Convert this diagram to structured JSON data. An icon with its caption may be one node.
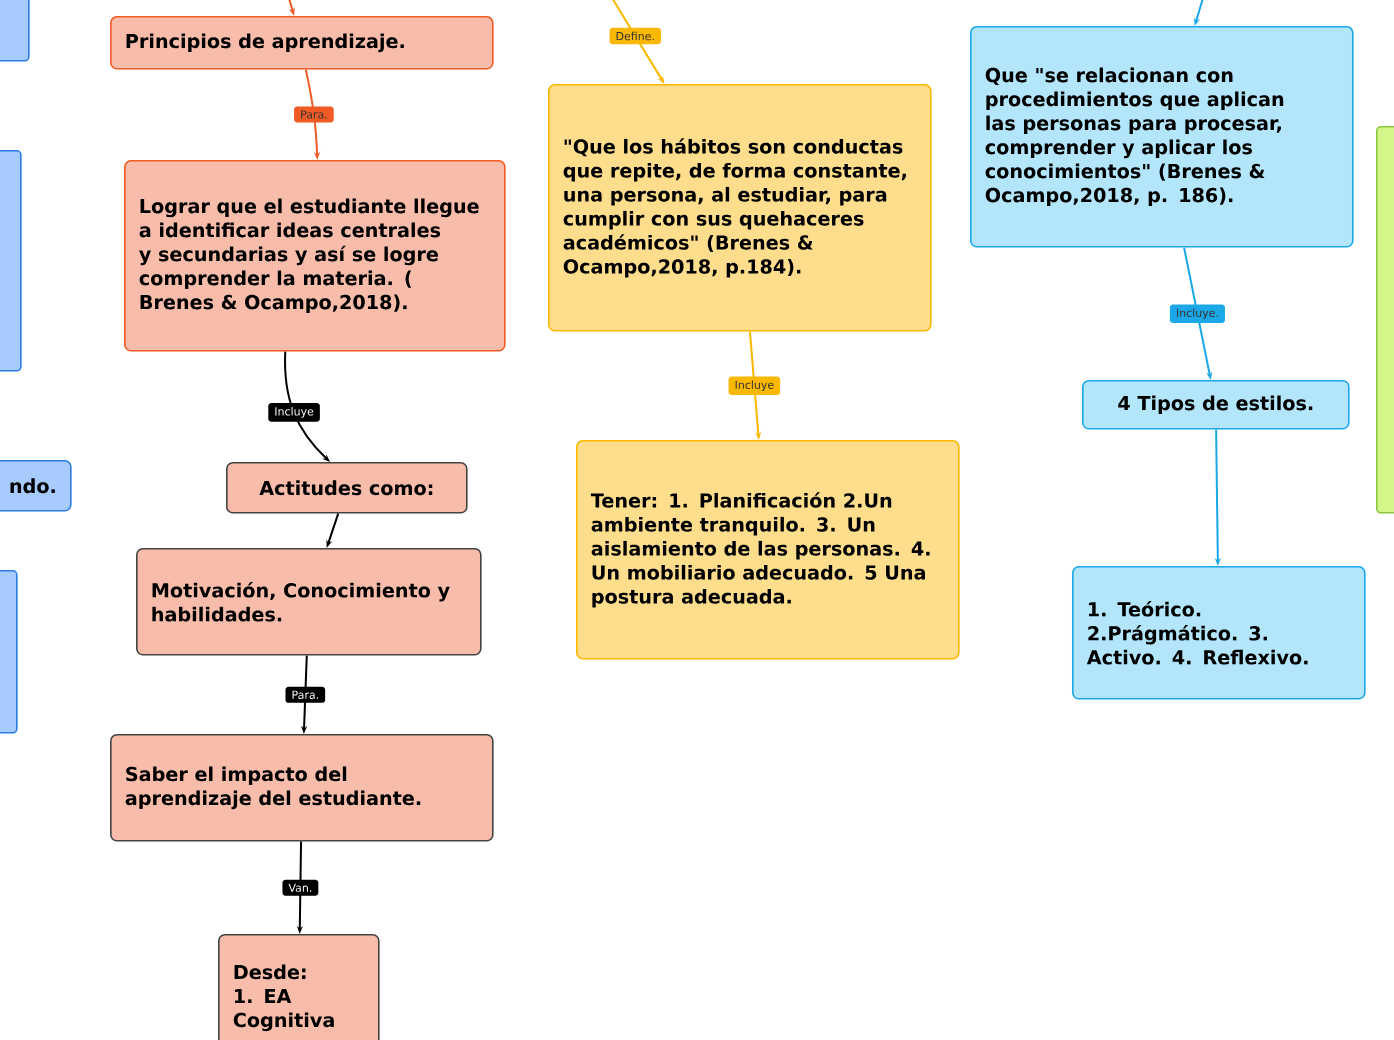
{
  "diagram": {
    "nodes": [
      {
        "text": [],
        "shape": "box"
      },
      {
        "text": [
          "Principios de aprendizaje."
        ]
      },
      {
        "text": [],
        "shape": "box"
      },
      {
        "text": [
          "Lograr que el estudiante llegue a identificar ideas centrales y secundarias y así se logre comprender la materia. ( Brenes & Ocampo,2018)."
        ]
      },
      {
        "text": [
          "ndo."
        ]
      },
      {
        "text": [
          "Actitudes como:"
        ]
      },
      {
        "text": [],
        "shape": "box"
      },
      {
        "text": [
          "Motivación, Conocimiento y habilidades."
        ]
      },
      {
        "text": [
          "Saber el impacto del aprendizaje del estudiante."
        ]
      },
      {
        "text": [
          "Desde: 1. EA Cognitiva"
        ]
      },
      {
        "text": [
          "\"Que los hábitos son conductas que repite, de forma constante, una persona, al estudiar, para cumplir con sus quehaceres académicos\" (Brenes & Ocampo,2018, p.184)."
        ]
      },
      {
        "text": [
          "Tener: 1. Planificación 2.Un ambiente tranquilo. 3. Un aislamiento de las personas. 4. Un mobiliario adecuado. 5 Una postura adecuada."
        ]
      },
      {
        "text": [
          "Que \"se relacionan con procedimientos que aplican las personas para procesar, comprender y aplicar los conocimientos\" (Brenes & Ocampo,2018, p. 186)."
        ]
      },
      {
        "text": [
          "4 Tipos de estilos."
        ]
      },
      {
        "text": [
          "1. Teórico. 2.Prágmático. 3. Activo. 4. Reflexivo."
        ]
      },
      {
        "text": [],
        "shape": "box"
      }
    ],
    "edges": [
      {
        "from": null,
        "to": 1,
        "arrow": "to",
        "color": "#f05a24"
      },
      {
        "from": 1,
        "to": 3,
        "arrow": "to",
        "label": "Para.",
        "color": "#f05a24"
      },
      {
        "from": 3,
        "to": 5,
        "arrow": "to",
        "label": "Incluye",
        "color": "#000000"
      },
      {
        "from": 5,
        "to": 7,
        "arrow": "to",
        "color": "#000000"
      },
      {
        "from": 7,
        "to": 8,
        "arrow": "to",
        "label": "Para.",
        "color": "#000000"
      },
      {
        "from": 8,
        "to": 9,
        "arrow": "to",
        "label": "Van.",
        "color": "#000000"
      },
      {
        "from": null,
        "to": 10,
        "arrow": "to",
        "label": "Define.",
        "color": "#fbb800"
      },
      {
        "from": 10,
        "to": 11,
        "arrow": "to",
        "label": "Incluye",
        "color": "#fbb800"
      },
      {
        "from": null,
        "to": 12,
        "arrow": "to",
        "color": "#1aa8e8"
      },
      {
        "from": 12,
        "to": 13,
        "arrow": "to",
        "label": "Incluye.",
        "color": "#1aa8e8"
      },
      {
        "from": 13,
        "to": 14,
        "arrow": "to",
        "color": "#1aa8e8"
      }
    ]
  }
}
